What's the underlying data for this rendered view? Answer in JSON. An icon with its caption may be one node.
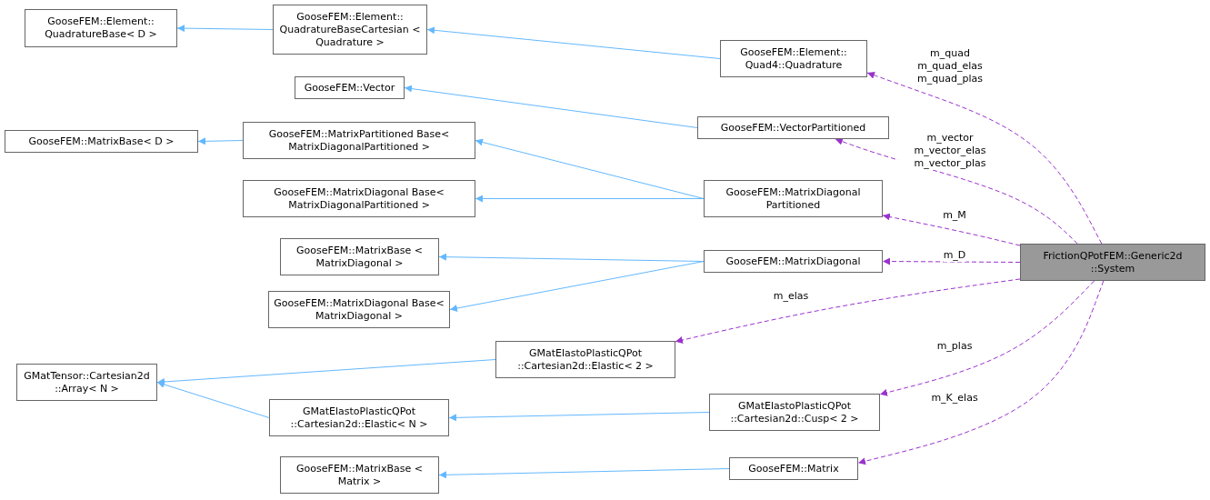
{
  "diagram": {
    "nodes": [
      {
        "text": [
          "GooseFEM::Element:: QuadratureBase< D >"
        ]
      },
      {
        "text": [
          "GooseFEM::Element:: QuadratureBaseCartesian < Quadrature >"
        ]
      },
      {
        "text": [
          "GooseFEM::Element:: Quad4::Quadrature"
        ]
      },
      {
        "text": [
          "GooseFEM::Vector"
        ]
      },
      {
        "text": [
          "GooseFEM::VectorPartitioned"
        ]
      },
      {
        "text": [
          "GooseFEM::MatrixBase< D >"
        ]
      },
      {
        "text": [
          "GooseFEM::MatrixPartitioned Base< MatrixDiagonalPartitioned >"
        ]
      },
      {
        "text": [
          "GooseFEM::MatrixDiagonal Base< MatrixDiagonalPartitioned >"
        ]
      },
      {
        "text": [
          "GooseFEM::MatrixDiagonal Partitioned"
        ]
      },
      {
        "text": [
          "GooseFEM::MatrixBase < MatrixDiagonal >"
        ]
      },
      {
        "text": [
          "GooseFEM::MatrixDiagonal"
        ]
      },
      {
        "text": [
          "GooseFEM::MatrixDiagonal Base< MatrixDiagonal >"
        ]
      },
      {
        "text": [
          "FrictionQPotFEM::Generic2d ::System"
        ]
      },
      {
        "text": [
          "GMatTensor::Cartesian2d ::Array< N >"
        ]
      },
      {
        "text": [
          "GMatElastoPlasticQPot ::Cartesian2d::Elastic< 2 >"
        ]
      },
      {
        "text": [
          "GMatElastoPlasticQPot ::Cartesian2d::Elastic< N >"
        ]
      },
      {
        "text": [
          "GMatElastoPlasticQPot ::Cartesian2d::Cusp< 2 >"
        ]
      },
      {
        "text": [
          "GooseFEM::MatrixBase < Matrix >"
        ]
      },
      {
        "text": [
          "GooseFEM::Matrix"
        ]
      }
    ],
    "edges": [
      {
        "from": 1,
        "to": 0,
        "arrow": "to"
      },
      {
        "from": 2,
        "to": 1,
        "arrow": "to"
      },
      {
        "from": 4,
        "to": 3,
        "arrow": "to"
      },
      {
        "from": 6,
        "to": 5,
        "arrow": "to"
      },
      {
        "from": 8,
        "to": 6,
        "arrow": "to"
      },
      {
        "from": 8,
        "to": 7,
        "arrow": "to"
      },
      {
        "from": 10,
        "to": 9,
        "arrow": "to"
      },
      {
        "from": 10,
        "to": 11,
        "arrow": "to"
      },
      {
        "from": 14,
        "to": 13,
        "arrow": "to"
      },
      {
        "from": 15,
        "to": 13,
        "arrow": "to"
      },
      {
        "from": 16,
        "to": 15,
        "arrow": "to"
      },
      {
        "from": 18,
        "to": 17,
        "arrow": "to"
      },
      {
        "from": 12,
        "to": 2,
        "arrow": "to",
        "label": "m_quad m_quad_elas m_quad_plas",
        "style": "dashed",
        "color": "#9a32cd"
      },
      {
        "from": 12,
        "to": 4,
        "arrow": "to",
        "label": "m_vector m_vector_elas m_vector_plas",
        "style": "dashed",
        "color": "#9a32cd"
      },
      {
        "from": 12,
        "to": 8,
        "arrow": "to",
        "label": "m_M",
        "style": "dashed",
        "color": "#9a32cd"
      },
      {
        "from": 12,
        "to": 10,
        "arrow": "to",
        "label": "m_D",
        "style": "dashed",
        "color": "#9a32cd"
      },
      {
        "from": 12,
        "to": 14,
        "arrow": "to",
        "label": "m_elas",
        "style": "dashed",
        "color": "#9a32cd"
      },
      {
        "from": 12,
        "to": 16,
        "arrow": "to",
        "label": "m_plas",
        "style": "dashed",
        "color": "#9a32cd"
      },
      {
        "from": 12,
        "to": 18,
        "arrow": "to",
        "label": "m_K_elas",
        "style": "dashed",
        "color": "#9a32cd"
      }
    ]
  }
}
